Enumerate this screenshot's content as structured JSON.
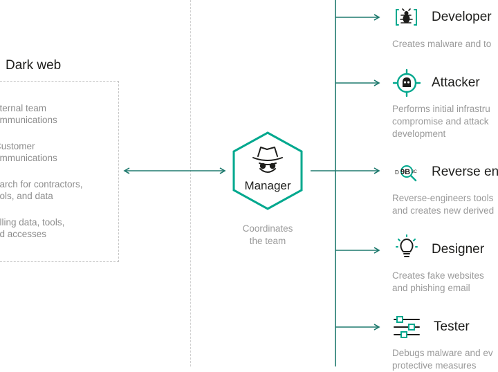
{
  "dark_web": {
    "title": "Dark web",
    "items": [
      "nternal team\nommunications",
      "Customer\nommunications",
      "earch for contractors,\nools, and data",
      "elling data, tools,\nnd accesses"
    ]
  },
  "manager": {
    "label": "Manager",
    "caption": "Coordinates\nthe team"
  },
  "roles": [
    {
      "title": "Developer",
      "desc": "Creates malware and to",
      "icon": "bug-icon"
    },
    {
      "title": "Attacker",
      "desc": "Performs initial infrastru\ncompromise and attack\ndevelopment",
      "icon": "skull-target-icon"
    },
    {
      "title": "Reverse en",
      "desc": "Reverse-engineers tools\nand creates new derived",
      "icon": "code-magnifier-icon"
    },
    {
      "title": "Designer",
      "desc": "Creates fake websites\nand phishing email",
      "icon": "lightbulb-icon"
    },
    {
      "title": "Tester",
      "desc": "Debugs malware and ev\nprotective measures",
      "icon": "sliders-icon"
    }
  ],
  "icon_glyph": {
    "reverse_code": "D9B"
  },
  "colors": {
    "accent": "#00a88e",
    "arrow": "#1f7a6e",
    "text": "#1d1d1b",
    "muted": "#9a9a9a",
    "dashed": "#cfcfcf"
  }
}
